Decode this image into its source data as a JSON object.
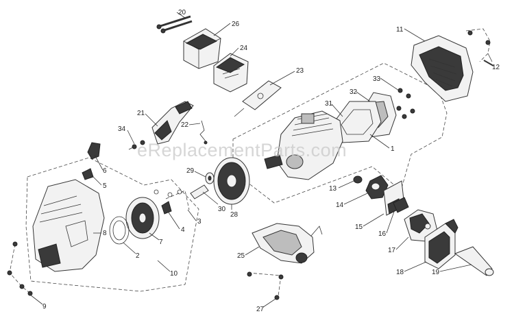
{
  "watermark": "eReplacementParts.com",
  "callouts": [
    {
      "id": "c20",
      "text": "20"
    },
    {
      "id": "c26",
      "text": "26"
    },
    {
      "id": "c24",
      "text": "24"
    },
    {
      "id": "c23",
      "text": "23"
    },
    {
      "id": "c11",
      "text": "11"
    },
    {
      "id": "c12",
      "text": "12"
    },
    {
      "id": "c33",
      "text": "33"
    },
    {
      "id": "c32",
      "text": "32"
    },
    {
      "id": "c31",
      "text": "31"
    },
    {
      "id": "c21",
      "text": "21"
    },
    {
      "id": "c22",
      "text": "22"
    },
    {
      "id": "c34",
      "text": "34"
    },
    {
      "id": "c6",
      "text": "6"
    },
    {
      "id": "c5",
      "text": "5"
    },
    {
      "id": "c29",
      "text": "29"
    },
    {
      "id": "c30",
      "text": "30"
    },
    {
      "id": "c28",
      "text": "28"
    },
    {
      "id": "c1",
      "text": "1"
    },
    {
      "id": "c13",
      "text": "13"
    },
    {
      "id": "c14",
      "text": "14"
    },
    {
      "id": "c15",
      "text": "15"
    },
    {
      "id": "c16",
      "text": "16"
    },
    {
      "id": "c17",
      "text": "17"
    },
    {
      "id": "c18",
      "text": "18"
    },
    {
      "id": "c19",
      "text": "19"
    },
    {
      "id": "c4",
      "text": "4"
    },
    {
      "id": "c3",
      "text": "3"
    },
    {
      "id": "c7",
      "text": "7"
    },
    {
      "id": "c2",
      "text": "2"
    },
    {
      "id": "c8",
      "text": "8"
    },
    {
      "id": "c10",
      "text": "10"
    },
    {
      "id": "c25",
      "text": "25"
    },
    {
      "id": "c27",
      "text": "27"
    },
    {
      "id": "c9",
      "text": "9"
    }
  ]
}
